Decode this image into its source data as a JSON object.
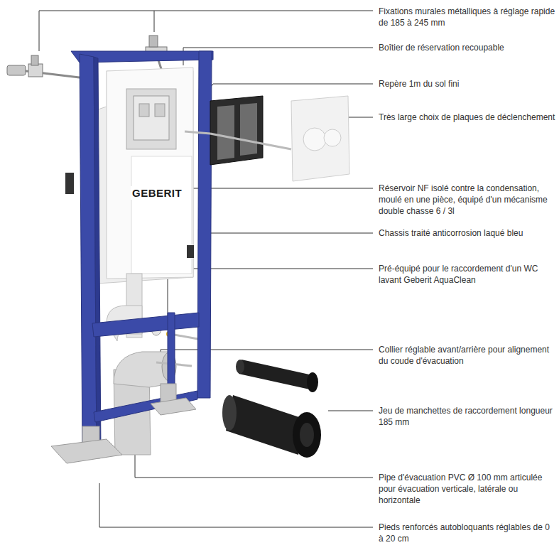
{
  "diagram": {
    "labels": [
      "Fixations murales métalliques à réglage rapide de 185 à 245 mm",
      "Boîtier de réservation recoupable",
      "Repère 1m du sol fini",
      "Très large choix de plaques de déclenchement",
      "Réservoir NF isolé contre la condensation, moulé en une pièce, équipé d'un mécanisme double chasse 6 / 3l",
      "Chassis traité anticorrosion laqué bleu",
      "Pré-équipé pour le raccordement d'un WC lavant Geberit AquaClean",
      "Collier réglable avant/arrière pour alignement du coude d'évacuation",
      "Jeu de manchettes de raccordement longueur 185 mm",
      "Pipe d'évacuation PVC Ø 100 mm articulée pour évacuation verticale, latérale ou horizontale",
      "Pieds renforcés autobloquants réglables de 0 à 20 cm",
      "GEBERIT"
    ]
  }
}
